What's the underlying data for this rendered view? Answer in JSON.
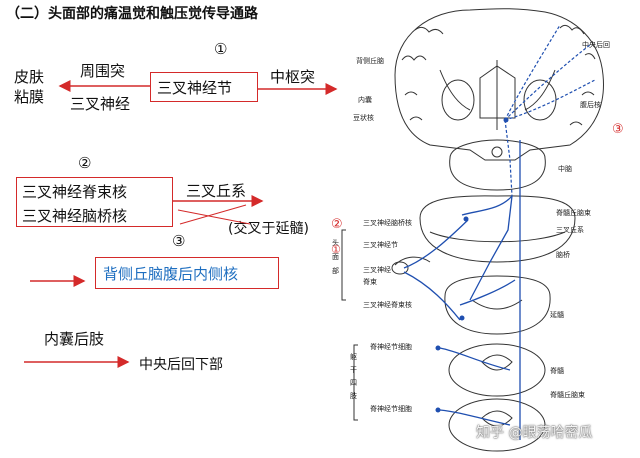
{
  "title": "（二）头面部的痛温觉和触压觉传导通路",
  "left": {
    "skin_line1": "皮肤",
    "skin_line2": "粘膜",
    "peripheral": "周围突",
    "trigeminal_nerve": "三叉神经",
    "num1": "①",
    "ganglion": "三叉神经节",
    "central": "中枢突",
    "num2": "②",
    "spinal_nucleus": "三叉神经脊束核",
    "pontine_nucleus": "三叉神经脑桥核",
    "lemniscus": "三叉丘系",
    "crossing": "(交叉于延髓)",
    "num3": "③",
    "thalamus": "背侧丘脑腹后内侧核",
    "internal_capsule": "内囊后肢",
    "cortex": "中央后回下部"
  },
  "diagram": {
    "labels": {
      "cortex": "中央后回",
      "thalamus": "背侧丘脑",
      "capsule": "内囊",
      "lentiform": "豆状核",
      "vpm": "腹后核",
      "midbrain": "中脑",
      "spinothalamic": "脊髓丘脑束",
      "trig_lemniscus": "三叉丘系",
      "pontine_nucleus": "三叉神经脑桥核",
      "trig_ganglion": "三叉神经节",
      "trig_nerve": "三叉神经",
      "spinal_tract": "脊束",
      "pons": "脑桥",
      "spinal_nucleus": "三叉神经脊束核",
      "medulla": "延髓",
      "head_face_1": "头",
      "head_face_2": "面",
      "head_face_3": "部",
      "spinal_ganglion_upper": "脊神经节细胞",
      "spinal_cord": "脊髓",
      "spinothalamic_lower": "脊髓丘脑束",
      "spinal_ganglion_lower": "脊神经节细胞",
      "trunk_1": "躯",
      "trunk_2": "干",
      "trunk_3": "四",
      "trunk_4": "肢",
      "num1": "①",
      "num2": "②",
      "num3": "③"
    },
    "watermark": "知乎 @眼荡哈密瓜"
  },
  "colors": {
    "red": "#d42a2a",
    "blue": "#1f6fc0",
    "pathway": "#1f4fb0"
  }
}
